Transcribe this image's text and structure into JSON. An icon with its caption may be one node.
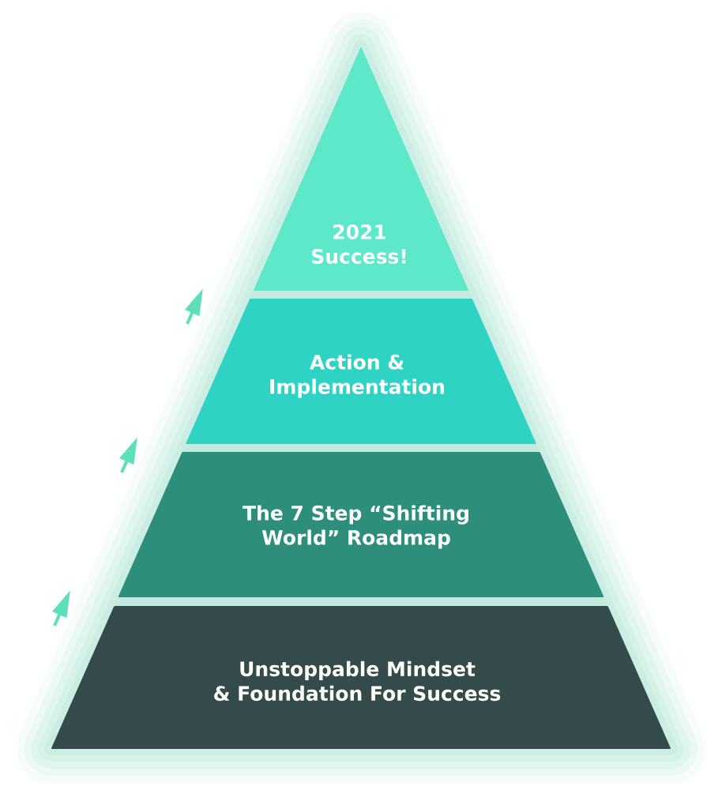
{
  "diagram": {
    "nodes": [
      {
        "text": [
          "2021 Success!"
        ]
      },
      {
        "text": [
          "Action & Implementation"
        ]
      },
      {
        "text": [
          "The 7 Step “Shifting World” Roadmap"
        ]
      },
      {
        "text": [
          "Unstoppable Mindset & Foundation For Success"
        ]
      }
    ]
  }
}
